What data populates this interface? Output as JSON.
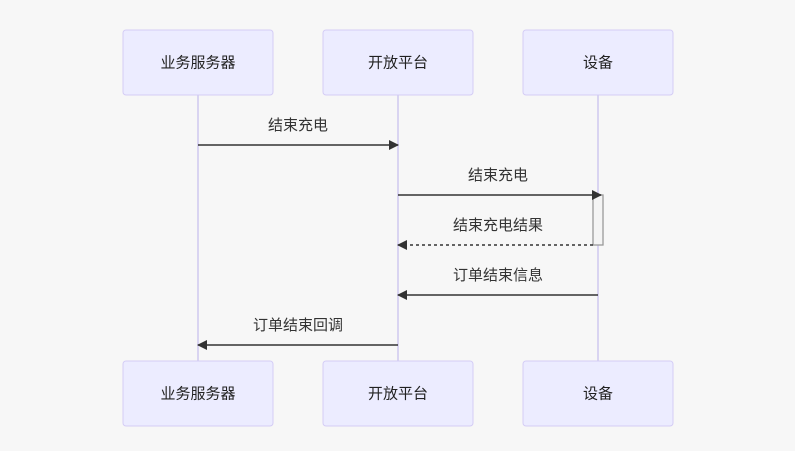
{
  "diagram": {
    "type": "sequence",
    "participants": [
      {
        "id": "biz",
        "label": "业务服务器"
      },
      {
        "id": "open",
        "label": "开放平台"
      },
      {
        "id": "dev",
        "label": "设备"
      }
    ],
    "messages": [
      {
        "from": "biz",
        "to": "open",
        "label": "结束充电",
        "style": "solid"
      },
      {
        "from": "open",
        "to": "dev",
        "label": "结束充电",
        "style": "solid"
      },
      {
        "from": "dev",
        "to": "open",
        "label": "结束充电结果",
        "style": "dotted"
      },
      {
        "from": "dev",
        "to": "open",
        "label": "订单结束信息",
        "style": "solid"
      },
      {
        "from": "open",
        "to": "biz",
        "label": "订单结束回调",
        "style": "solid"
      }
    ],
    "activations": [
      {
        "participant": "dev",
        "from_message": 1,
        "to_message": 2
      }
    ]
  }
}
